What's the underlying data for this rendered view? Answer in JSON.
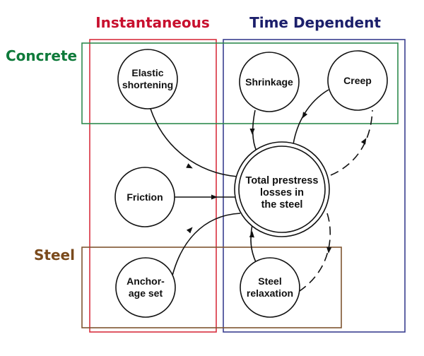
{
  "headers": {
    "instantaneous": {
      "label": "Instantaneous",
      "color": "#c8102e"
    },
    "time_dependent": {
      "label": "Time Dependent",
      "color": "#1c1f6b"
    },
    "concrete": {
      "label": "Concrete",
      "color": "#0e7a3a"
    },
    "steel": {
      "label": "Steel",
      "color": "#7a4a1c"
    }
  },
  "box_colors": {
    "instantaneous": "#d8303f",
    "time_dependent": "#3a3f8f",
    "concrete": "#2e8a4e",
    "steel": "#7f5430"
  },
  "nodes": {
    "elastic": {
      "lines": [
        "Elastic",
        "shortening"
      ]
    },
    "shrinkage": {
      "lines": [
        "Shrinkage"
      ]
    },
    "creep": {
      "lines": [
        "Creep"
      ]
    },
    "friction": {
      "lines": [
        "Friction"
      ]
    },
    "anchorage": {
      "lines": [
        "Anchor-",
        "age set"
      ]
    },
    "relaxation": {
      "lines": [
        "Steel",
        "relaxation"
      ]
    },
    "center": {
      "lines": [
        "Total prestress",
        "losses in",
        "the steel"
      ]
    }
  },
  "edges": [
    {
      "from": "elastic",
      "to": "center",
      "style": "solid"
    },
    {
      "from": "friction",
      "to": "center",
      "style": "solid"
    },
    {
      "from": "anchorage",
      "to": "center",
      "style": "solid"
    },
    {
      "from": "shrinkage",
      "to": "center",
      "style": "solid"
    },
    {
      "from": "creep",
      "to": "center",
      "style": "solid"
    },
    {
      "from": "relaxation",
      "to": "center",
      "style": "solid"
    },
    {
      "from": "center",
      "to": "creep",
      "style": "dashed"
    },
    {
      "from": "center",
      "to": "relaxation",
      "style": "dashed"
    }
  ]
}
